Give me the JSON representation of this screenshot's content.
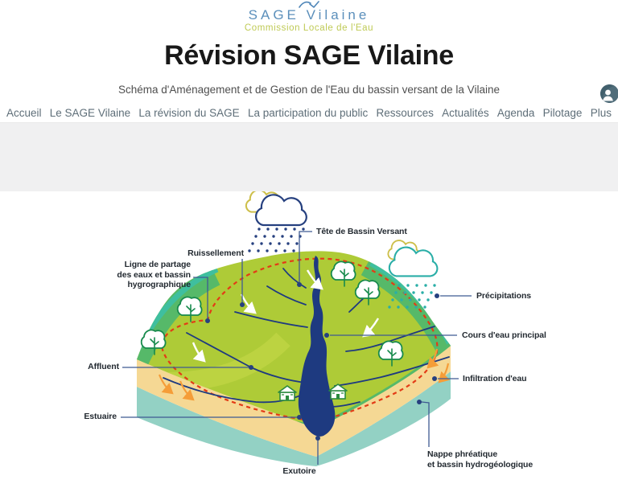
{
  "logo": {
    "brand": "SAGE Vilaine",
    "tagline": "Commission Locale de l'Eau"
  },
  "page": {
    "title": "Révision SAGE Vilaine",
    "subtitle": "Schéma d'Aménagement et de Gestion de l'Eau du bassin versant de la Vilaine"
  },
  "nav": {
    "items": [
      {
        "label": "Accueil"
      },
      {
        "label": "Le SAGE Vilaine"
      },
      {
        "label": "La révision du SAGE"
      },
      {
        "label": "La participation du public"
      },
      {
        "label": "Ressources"
      },
      {
        "label": "Actualités"
      },
      {
        "label": "Agenda"
      },
      {
        "label": "Pilotage"
      },
      {
        "label": "Plus"
      }
    ]
  },
  "account": {
    "icon": "user-avatar-icon"
  },
  "diagram": {
    "labels": {
      "tete_bassin": "Tête de Bassin Versant",
      "ruissellement": "Ruissellement",
      "ligne_partage": "Ligne de partage\ndes eaux et bassin\nhygrographique",
      "precipitations": "Précipitations",
      "cours_eau": "Cours d'eau principal",
      "affluent": "Affluent",
      "infiltration": "Infiltration d'eau",
      "estuaire": "Estuaire",
      "exutoire": "Exutoire",
      "nappe": "Nappe phréatique\net bassin hydrogéologique"
    },
    "colors": {
      "logo_blue": "#5b8fbb",
      "logo_green": "#bfca55",
      "nav_text": "#5e6e78",
      "band_gray": "#f0f0f1",
      "hill_green": "#aecb37",
      "mid_green": "#56b969",
      "teal_edge": "#3fbf9f",
      "sand": "#f5d894",
      "aquifer_teal": "#93d1c4",
      "river_navy": "#1e3a80",
      "watershed_red": "#e33b16",
      "rain_navy": "#26407f",
      "rain_teal": "#2aaea7",
      "cloud_yellow": "#cdbf4a",
      "arrow_orange": "#f59d38",
      "tree_green": "#178a4c",
      "avatar_bg": "#42606d"
    }
  }
}
